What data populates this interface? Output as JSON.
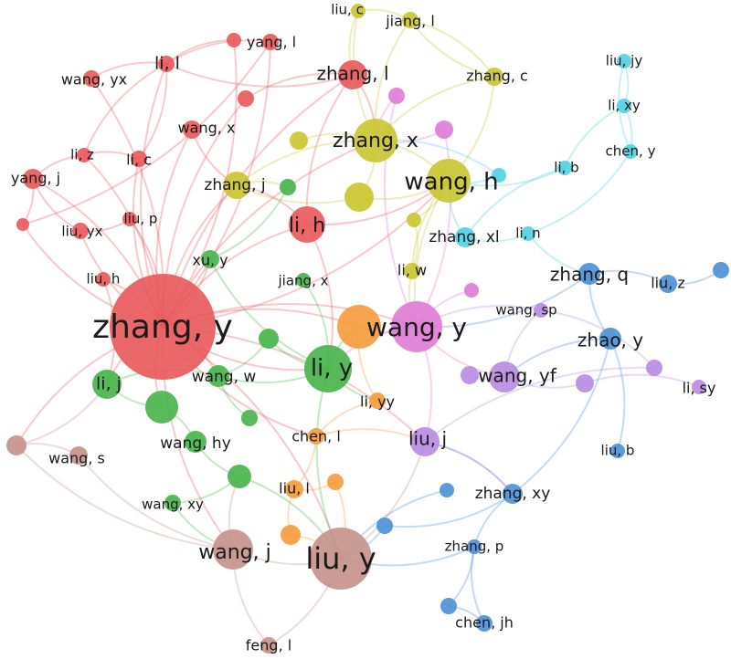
{
  "diagram": {
    "type": "co-authorship-network",
    "colors": {
      "red": "#e8585a",
      "yellow": "#c9c52e",
      "cyan": "#4fd0e2",
      "blue": "#4a8fd6",
      "green": "#46b449",
      "orange": "#f59a3a",
      "pink": "#e07ad6",
      "purple": "#b78be0",
      "brown": "#c49189"
    },
    "nodes": [
      {
        "id": "zhang_y",
        "label": "zhang, y",
        "cluster": "red",
        "weight": 10
      },
      {
        "id": "li_l",
        "label": "li, l",
        "cluster": "red",
        "weight": 2
      },
      {
        "id": "yang_l",
        "label": "yang, l",
        "cluster": "red",
        "weight": 2
      },
      {
        "id": "zhang_l",
        "label": "zhang, l",
        "cluster": "red",
        "weight": 3
      },
      {
        "id": "wang_yx",
        "label": "wang, yx",
        "cluster": "red",
        "weight": 2
      },
      {
        "id": "wang_x",
        "label": "wang, x",
        "cluster": "red",
        "weight": 2
      },
      {
        "id": "li_z",
        "label": "li, z",
        "cluster": "red",
        "weight": 1
      },
      {
        "id": "li_c",
        "label": "li, c",
        "cluster": "red",
        "weight": 2
      },
      {
        "id": "yang_j",
        "label": "yang, j",
        "cluster": "red",
        "weight": 2
      },
      {
        "id": "liu_yx",
        "label": "liu, yx",
        "cluster": "red",
        "weight": 1
      },
      {
        "id": "liu_p",
        "label": "liu, p",
        "cluster": "red",
        "weight": 1
      },
      {
        "id": "li_h",
        "label": "li, h",
        "cluster": "red",
        "weight": 4
      },
      {
        "id": "liu_h",
        "label": "liu, h",
        "cluster": "red",
        "weight": 1
      },
      {
        "id": "red_u1",
        "label": "",
        "cluster": "red",
        "weight": 1
      },
      {
        "id": "red_u2",
        "label": "",
        "cluster": "red",
        "weight": 1
      },
      {
        "id": "red_u3",
        "label": "",
        "cluster": "red",
        "weight": 1
      },
      {
        "id": "liu_c",
        "label": "liu, c",
        "cluster": "yellow",
        "weight": 1
      },
      {
        "id": "jiang_l",
        "label": "jiang, l",
        "cluster": "yellow",
        "weight": 1
      },
      {
        "id": "zhang_c",
        "label": "zhang, c",
        "cluster": "yellow",
        "weight": 1
      },
      {
        "id": "zhang_x",
        "label": "zhang, x",
        "cluster": "yellow",
        "weight": 6
      },
      {
        "id": "wang_h",
        "label": "wang, h",
        "cluster": "yellow",
        "weight": 7
      },
      {
        "id": "zhang_j",
        "label": "zhang, j",
        "cluster": "yellow",
        "weight": 3
      },
      {
        "id": "yellow_u1",
        "label": "",
        "cluster": "yellow",
        "weight": 1
      },
      {
        "id": "yellow_u2",
        "label": "",
        "cluster": "yellow",
        "weight": 3
      },
      {
        "id": "li_w",
        "label": "li, w",
        "cluster": "yellow",
        "weight": 1
      },
      {
        "id": "yellow_u3",
        "label": "",
        "cluster": "yellow",
        "weight": 1
      },
      {
        "id": "liu_jy",
        "label": "liu, jy",
        "cluster": "cyan",
        "weight": 1
      },
      {
        "id": "li_xy",
        "label": "li, xy",
        "cluster": "cyan",
        "weight": 1
      },
      {
        "id": "chen_y",
        "label": "chen, y",
        "cluster": "cyan",
        "weight": 1
      },
      {
        "id": "li_b",
        "label": "li, b",
        "cluster": "cyan",
        "weight": 1
      },
      {
        "id": "zhang_xl",
        "label": "zhang, xl",
        "cluster": "cyan",
        "weight": 2
      },
      {
        "id": "li_n",
        "label": "li, n",
        "cluster": "cyan",
        "weight": 1
      },
      {
        "id": "cyan_u1",
        "label": "",
        "cluster": "cyan",
        "weight": 1
      },
      {
        "id": "zhang_q",
        "label": "zhang, q",
        "cluster": "blue",
        "weight": 3
      },
      {
        "id": "liu_z",
        "label": "liu, z",
        "cluster": "blue",
        "weight": 2
      },
      {
        "id": "blue_u1",
        "label": "",
        "cluster": "blue",
        "weight": 2
      },
      {
        "id": "zhao_y",
        "label": "zhao, y",
        "cluster": "blue",
        "weight": 3
      },
      {
        "id": "liu_b",
        "label": "liu, b",
        "cluster": "blue",
        "weight": 1
      },
      {
        "id": "zhang_xy",
        "label": "zhang, xy",
        "cluster": "blue",
        "weight": 2
      },
      {
        "id": "zhang_p",
        "label": "zhang, p",
        "cluster": "blue",
        "weight": 1
      },
      {
        "id": "chen_jh",
        "label": "chen, jh",
        "cluster": "blue",
        "weight": 1
      },
      {
        "id": "blue_u2",
        "label": "",
        "cluster": "blue",
        "weight": 1
      },
      {
        "id": "blue_u3",
        "label": "",
        "cluster": "blue",
        "weight": 1
      },
      {
        "id": "blue_u4",
        "label": "",
        "cluster": "blue",
        "weight": 1
      },
      {
        "id": "wang_y",
        "label": "wang, y",
        "cluster": "pink",
        "weight": 7
      },
      {
        "id": "pink_u1",
        "label": "",
        "cluster": "pink",
        "weight": 1
      },
      {
        "id": "pink_u2",
        "label": "",
        "cluster": "pink",
        "weight": 1
      },
      {
        "id": "pink_u3",
        "label": "",
        "cluster": "pink",
        "weight": 1
      },
      {
        "id": "wang_sp",
        "label": "wang, sp",
        "cluster": "purple",
        "weight": 1
      },
      {
        "id": "wang_yf",
        "label": "wang, yf",
        "cluster": "purple",
        "weight": 3
      },
      {
        "id": "li_sy",
        "label": "li, sy",
        "cluster": "purple",
        "weight": 1
      },
      {
        "id": "liu_j",
        "label": "liu, j",
        "cluster": "purple",
        "weight": 3
      },
      {
        "id": "purple_u1",
        "label": "",
        "cluster": "purple",
        "weight": 2
      },
      {
        "id": "purple_u2",
        "label": "",
        "cluster": "purple",
        "weight": 2
      },
      {
        "id": "purple_u3",
        "label": "",
        "cluster": "purple",
        "weight": 1
      },
      {
        "id": "li_y",
        "label": "li, y",
        "cluster": "green",
        "weight": 6
      },
      {
        "id": "xu_y",
        "label": "xu, y",
        "cluster": "green",
        "weight": 2
      },
      {
        "id": "jiang_x",
        "label": "jiang, x",
        "cluster": "green",
        "weight": 1
      },
      {
        "id": "li_j",
        "label": "li, j",
        "cluster": "green",
        "weight": 3
      },
      {
        "id": "wang_w",
        "label": "wang, w",
        "cluster": "green",
        "weight": 2
      },
      {
        "id": "wang_hy",
        "label": "wang, hy",
        "cluster": "green",
        "weight": 2
      },
      {
        "id": "wang_xy",
        "label": "wang, xy",
        "cluster": "green",
        "weight": 1
      },
      {
        "id": "green_u1",
        "label": "",
        "cluster": "green",
        "weight": 3
      },
      {
        "id": "green_u2",
        "label": "",
        "cluster": "green",
        "weight": 1
      },
      {
        "id": "green_u3",
        "label": "",
        "cluster": "green",
        "weight": 2
      },
      {
        "id": "green_u4",
        "label": "",
        "cluster": "green",
        "weight": 1
      },
      {
        "id": "green_u5",
        "label": "",
        "cluster": "green",
        "weight": 1
      },
      {
        "id": "li_yy",
        "label": "li, yy",
        "cluster": "orange",
        "weight": 1
      },
      {
        "id": "chen_l",
        "label": "chen, l",
        "cluster": "orange",
        "weight": 1
      },
      {
        "id": "liu_l",
        "label": "liu, l",
        "cluster": "orange",
        "weight": 2
      },
      {
        "id": "orange_u1",
        "label": "",
        "cluster": "orange",
        "weight": 6
      },
      {
        "id": "orange_u2",
        "label": "",
        "cluster": "orange",
        "weight": 1
      },
      {
        "id": "orange_u3",
        "label": "",
        "cluster": "orange",
        "weight": 2
      },
      {
        "id": "wang_j",
        "label": "wang, j",
        "cluster": "brown",
        "weight": 6
      },
      {
        "id": "liu_y",
        "label": "liu, y",
        "cluster": "brown",
        "weight": 8
      },
      {
        "id": "wang_s",
        "label": "wang, s",
        "cluster": "brown",
        "weight": 1
      },
      {
        "id": "feng_l",
        "label": "feng, l",
        "cluster": "brown",
        "weight": 1
      },
      {
        "id": "brown_u1",
        "label": "",
        "cluster": "brown",
        "weight": 2
      }
    ],
    "edges": [
      [
        "zhang_y",
        "li_l"
      ],
      [
        "zhang_y",
        "yang_l"
      ],
      [
        "zhang_y",
        "zhang_l"
      ],
      [
        "zhang_y",
        "wang_yx"
      ],
      [
        "zhang_y",
        "wang_x"
      ],
      [
        "zhang_y",
        "li_z"
      ],
      [
        "zhang_y",
        "li_c"
      ],
      [
        "zhang_y",
        "yang_j"
      ],
      [
        "zhang_y",
        "liu_yx"
      ],
      [
        "zhang_y",
        "liu_p"
      ],
      [
        "zhang_y",
        "li_h"
      ],
      [
        "zhang_y",
        "liu_h"
      ],
      [
        "zhang_y",
        "red_u1"
      ],
      [
        "zhang_y",
        "red_u2"
      ],
      [
        "zhang_y",
        "red_u3"
      ],
      [
        "zhang_y",
        "li_y"
      ],
      [
        "zhang_y",
        "wang_y"
      ],
      [
        "zhang_y",
        "wang_j"
      ],
      [
        "zhang_y",
        "liu_y"
      ],
      [
        "zhang_y",
        "li_j"
      ],
      [
        "zhang_y",
        "zhang_x"
      ],
      [
        "zhang_y",
        "wang_h"
      ],
      [
        "zhang_y",
        "zhang_j"
      ],
      [
        "zhang_y",
        "xu_y"
      ],
      [
        "zhang_y",
        "wang_w"
      ],
      [
        "zhang_y",
        "green_u1"
      ],
      [
        "zhang_y",
        "orange_u1"
      ],
      [
        "zhang_y",
        "wang_s"
      ],
      [
        "zhang_y",
        "liu_j"
      ],
      [
        "zhang_y",
        "chen_l"
      ],
      [
        "li_l",
        "yang_l"
      ],
      [
        "li_l",
        "wang_yx"
      ],
      [
        "li_l",
        "li_c"
      ],
      [
        "li_l",
        "li_z"
      ],
      [
        "li_l",
        "red_u2"
      ],
      [
        "li_l",
        "zhang_l"
      ],
      [
        "yang_l",
        "red_u1"
      ],
      [
        "zhang_l",
        "red_u3"
      ],
      [
        "zhang_l",
        "zhang_x"
      ],
      [
        "li_z",
        "yang_j"
      ],
      [
        "li_z",
        "li_c"
      ],
      [
        "yang_j",
        "liu_yx"
      ],
      [
        "yang_j",
        "red_u1"
      ],
      [
        "liu_yx",
        "liu_p"
      ],
      [
        "li_h",
        "zhang_l"
      ],
      [
        "li_h",
        "zhang_j"
      ],
      [
        "li_h",
        "li_y"
      ],
      [
        "li_h",
        "wang_h"
      ],
      [
        "liu_h",
        "li_j"
      ],
      [
        "wang_x",
        "zhang_j"
      ],
      [
        "liu_c",
        "jiang_l"
      ],
      [
        "liu_c",
        "zhang_x"
      ],
      [
        "jiang_l",
        "zhang_c"
      ],
      [
        "jiang_l",
        "zhang_x"
      ],
      [
        "zhang_c",
        "wang_h"
      ],
      [
        "zhang_c",
        "zhang_x"
      ],
      [
        "zhang_x",
        "wang_h"
      ],
      [
        "zhang_x",
        "yellow_u1"
      ],
      [
        "zhang_x",
        "yellow_u2"
      ],
      [
        "zhang_x",
        "zhang_j"
      ],
      [
        "wang_h",
        "yellow_u2"
      ],
      [
        "wang_h",
        "li_w"
      ],
      [
        "wang_h",
        "yellow_u3"
      ],
      [
        "wang_h",
        "wang_y"
      ],
      [
        "zhang_j",
        "green_u5"
      ],
      [
        "zhang_j",
        "yellow_u2"
      ],
      [
        "yellow_u3",
        "li_w"
      ],
      [
        "li_w",
        "wang_y"
      ],
      [
        "zhang_c",
        "jiang_l"
      ],
      [
        "liu_c",
        "zhang_l"
      ],
      [
        "liu_jy",
        "li_xy"
      ],
      [
        "liu_jy",
        "chen_y"
      ],
      [
        "li_xy",
        "chen_y"
      ],
      [
        "li_xy",
        "li_b"
      ],
      [
        "chen_y",
        "li_n"
      ],
      [
        "li_b",
        "zhang_xl"
      ],
      [
        "li_b",
        "wang_h"
      ],
      [
        "zhang_xl",
        "li_n"
      ],
      [
        "zhang_xl",
        "wang_h"
      ],
      [
        "li_n",
        "zhang_q"
      ],
      [
        "cyan_u1",
        "wang_h"
      ],
      [
        "cyan_u1",
        "zhang_x"
      ],
      [
        "zhang_q",
        "liu_z"
      ],
      [
        "zhang_q",
        "zhao_y"
      ],
      [
        "zhang_q",
        "wang_y"
      ],
      [
        "liu_z",
        "blue_u1"
      ],
      [
        "zhao_y",
        "liu_b"
      ],
      [
        "zhao_y",
        "wang_yf"
      ],
      [
        "zhao_y",
        "zhang_xy"
      ],
      [
        "zhang_xy",
        "zhang_p"
      ],
      [
        "zhang_xy",
        "blue_u2"
      ],
      [
        "zhang_p",
        "chen_jh"
      ],
      [
        "zhang_p",
        "blue_u4"
      ],
      [
        "chen_jh",
        "blue_u4"
      ],
      [
        "blue_u2",
        "liu_y"
      ],
      [
        "blue_u3",
        "liu_y"
      ],
      [
        "zhang_p",
        "liu_y"
      ],
      [
        "zhang_xy",
        "liu_j"
      ],
      [
        "wang_y",
        "pink_u1"
      ],
      [
        "wang_y",
        "pink_u2"
      ],
      [
        "wang_y",
        "pink_u3"
      ],
      [
        "wang_y",
        "li_y"
      ],
      [
        "wang_y",
        "liu_j"
      ],
      [
        "wang_y",
        "wang_yf"
      ],
      [
        "wang_y",
        "orange_u1"
      ],
      [
        "pink_u1",
        "zhang_x"
      ],
      [
        "pink_u2",
        "zhang_x"
      ],
      [
        "wang_sp",
        "wang_yf"
      ],
      [
        "wang_yf",
        "purple_u1"
      ],
      [
        "wang_yf",
        "purple_u2"
      ],
      [
        "purple_u2",
        "li_sy"
      ],
      [
        "purple_u3",
        "liu_j"
      ],
      [
        "wang_sp",
        "purple_u3"
      ],
      [
        "wang_sp",
        "wang_y"
      ],
      [
        "li_y",
        "xu_y"
      ],
      [
        "li_y",
        "jiang_x"
      ],
      [
        "li_y",
        "wang_w"
      ],
      [
        "li_y",
        "li_yy"
      ],
      [
        "li_y",
        "green_u2"
      ],
      [
        "li_y",
        "liu_y"
      ],
      [
        "li_y",
        "orange_u1"
      ],
      [
        "li_j",
        "green_u1"
      ],
      [
        "li_j",
        "wang_w"
      ],
      [
        "wang_w",
        "green_u4"
      ],
      [
        "green_u1",
        "wang_hy"
      ],
      [
        "wang_hy",
        "green_u3"
      ],
      [
        "green_u3",
        "wang_xy"
      ],
      [
        "wang_xy",
        "wang_j"
      ],
      [
        "green_u3",
        "liu_y"
      ],
      [
        "xu_y",
        "green_u5"
      ],
      [
        "green_u2",
        "wang_w"
      ],
      [
        "li_yy",
        "chen_l"
      ],
      [
        "chen_l",
        "liu_l"
      ],
      [
        "liu_l",
        "orange_u2"
      ],
      [
        "orange_u2",
        "liu_y"
      ],
      [
        "liu_l",
        "orange_u3"
      ],
      [
        "orange_u3",
        "liu_y"
      ],
      [
        "orange_u1",
        "li_yy"
      ],
      [
        "chen_l",
        "liu_j"
      ],
      [
        "wang_j",
        "liu_y"
      ],
      [
        "wang_j",
        "wang_s"
      ],
      [
        "wang_j",
        "feng_l"
      ],
      [
        "wang_j",
        "brown_u1"
      ],
      [
        "brown_u1",
        "wang_s"
      ],
      [
        "liu_y",
        "feng_l"
      ],
      [
        "liu_y",
        "liu_j"
      ],
      [
        "wang_j",
        "green_u3"
      ],
      [
        "wang_s",
        "li_j"
      ],
      [
        "liu_j",
        "zhang_xy"
      ]
    ]
  }
}
